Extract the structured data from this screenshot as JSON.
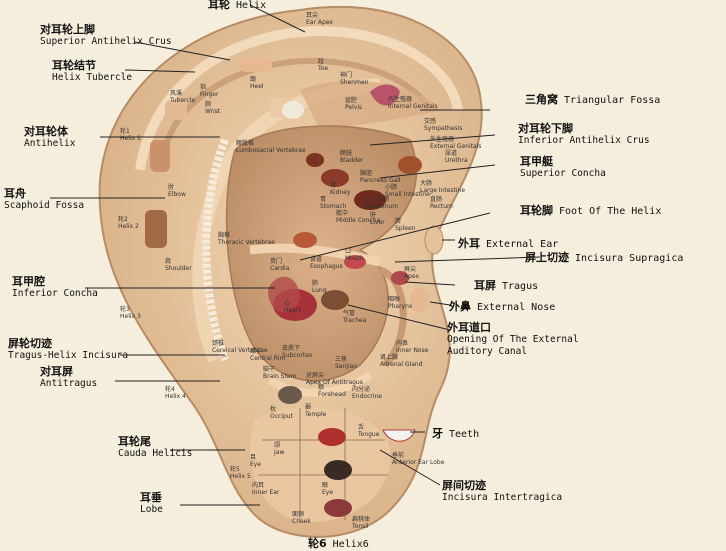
{
  "labels": {
    "helix_top": {
      "zh": "耳轮",
      "en": "Helix"
    },
    "superior_antihelix_crus": {
      "zh": "对耳轮上脚",
      "en": "Superior Antihelix Crus"
    },
    "helix_tubercle": {
      "zh": "耳轮结节",
      "en": "Helix Tubercle"
    },
    "antihelix": {
      "zh": "对耳轮体",
      "en": "Antihelix"
    },
    "scaphoid_fossa": {
      "zh": "耳舟",
      "en": "Scaphoid Fossa"
    },
    "inferior_concha": {
      "zh": "耳甲腔",
      "en": "Inferior Concha"
    },
    "tragus_helix_incisura": {
      "zh": "屏轮切迹",
      "en": "Tragus-Helix Incisura"
    },
    "antitragus": {
      "zh": "对耳屏",
      "en": "Antitragus"
    },
    "cauda_helicis": {
      "zh": "耳轮尾",
      "en": "Cauda Helicis"
    },
    "lobe": {
      "zh": "耳垂",
      "en": "Lobe"
    },
    "triangular_fossa": {
      "zh": "三角窝",
      "en": "Triangular Fossa"
    },
    "inferior_antihelix_crus": {
      "zh": "对耳轮下脚",
      "en": "Inferior Antihelix Crus"
    },
    "superior_concha": {
      "zh": "耳甲艇",
      "en": "Superior Concha"
    },
    "foot_of_helix": {
      "zh": "耳轮脚",
      "en": "Foot Of The Helix"
    },
    "external_ear": {
      "zh": "外耳",
      "en": "External Ear"
    },
    "incisura_supragica": {
      "zh": "屏上切迹",
      "en": "Incisura Supragica"
    },
    "tragus": {
      "zh": "耳屏",
      "en": "Tragus"
    },
    "external_nose": {
      "zh": "外鼻",
      "en": "External Nose"
    },
    "opening_auditory_canal": {
      "zh": "外耳道口",
      "en": "Opening Of The External",
      "en2": "Auditory Canal"
    },
    "teeth": {
      "zh": "牙",
      "en": "Teeth"
    },
    "incisura_intertragica": {
      "zh": "屏间切迹",
      "en": "Incisura Intertragica"
    },
    "helix6": {
      "zh": "轮6",
      "en": "Helix6"
    }
  },
  "small_labels": [
    {
      "zh": "耳尖",
      "en": "Ear Apex"
    },
    {
      "zh": "指",
      "en": "Finger"
    },
    {
      "zh": "趾",
      "en": "Toe"
    },
    {
      "zh": "跟",
      "en": "Heel"
    },
    {
      "zh": "腕",
      "en": "Wrist"
    },
    {
      "zh": "风溪",
      "en": "Tubercle"
    },
    {
      "zh": "肘",
      "en": "Elbow"
    },
    {
      "zh": "肩",
      "en": "Shoulder"
    },
    {
      "zh": "轮1",
      "en": "Helix 1"
    },
    {
      "zh": "轮2",
      "en": "Helix 2"
    },
    {
      "zh": "轮3",
      "en": "Helix 3"
    },
    {
      "zh": "轮4",
      "en": "Helix 4"
    },
    {
      "zh": "轮5",
      "en": "Helix 5"
    },
    {
      "zh": "颈椎",
      "en": "Cervical Vertebrae"
    },
    {
      "zh": "腰骶椎",
      "en": "Lumbosacral Vertebrae"
    },
    {
      "zh": "胸椎",
      "en": "Thoracic Vertebrae"
    },
    {
      "zh": "神门",
      "en": "Shenmen"
    },
    {
      "zh": "盆腔",
      "en": "Pelvis"
    },
    {
      "zh": "内生殖器",
      "en": "Internal Genitals"
    },
    {
      "zh": "交感",
      "en": "Sympathesis"
    },
    {
      "zh": "肝",
      "en": "Liver"
    },
    {
      "zh": "脾",
      "en": "Spleen"
    },
    {
      "zh": "胃",
      "en": "Stomach"
    },
    {
      "zh": "肾",
      "en": "Kidney"
    },
    {
      "zh": "胰胆",
      "en": "Pancreas Gall"
    },
    {
      "zh": "膀胱",
      "en": "Bladder"
    },
    {
      "zh": "大肠",
      "en": "Large Intestine"
    },
    {
      "zh": "小肠",
      "en": "Small Intestine"
    },
    {
      "zh": "十二指肠",
      "en": "Duodenum"
    },
    {
      "zh": "直肠",
      "en": "Rectum"
    },
    {
      "zh": "外生殖器",
      "en": "External Genitals"
    },
    {
      "zh": "尿道",
      "en": "Urethra"
    },
    {
      "zh": "艇中",
      "en": "Middle Concha"
    },
    {
      "zh": "食道",
      "en": "Esophagus"
    },
    {
      "zh": "贲门",
      "en": "Cardia"
    },
    {
      "zh": "口",
      "en": "Mouth"
    },
    {
      "zh": "肺",
      "en": "Lung"
    },
    {
      "zh": "心",
      "en": "Heart"
    },
    {
      "zh": "气管",
      "en": "Trachea"
    },
    {
      "zh": "三焦",
      "en": "Sanjiao"
    },
    {
      "zh": "内分泌",
      "en": "Endocrine"
    },
    {
      "zh": "皮质下",
      "en": "Subcortex"
    },
    {
      "zh": "缘中",
      "en": "Central Rim"
    },
    {
      "zh": "脑干",
      "en": "Brain Stem"
    },
    {
      "zh": "枕",
      "en": "Occiput"
    },
    {
      "zh": "颞",
      "en": "Temple"
    },
    {
      "zh": "额",
      "en": "Forehead"
    },
    {
      "zh": "对屏尖",
      "en": "Apex Of Antitragus"
    },
    {
      "zh": "咽喉",
      "en": "Pharynx"
    },
    {
      "zh": "内鼻",
      "en": "Inner Nose"
    },
    {
      "zh": "肾上腺",
      "en": "Adrenal Gland"
    },
    {
      "zh": "屏尖",
      "en": "Apex"
    },
    {
      "zh": "舌",
      "en": "Tongue"
    },
    {
      "zh": "颌",
      "en": "Jaw"
    },
    {
      "zh": "垂前",
      "en": "Anterior Ear Lobe"
    },
    {
      "zh": "眼",
      "en": "Eye"
    },
    {
      "zh": "内耳",
      "en": "Inner Ear"
    },
    {
      "zh": "面颊",
      "en": "Cheek"
    },
    {
      "zh": "扁桃体",
      "en": "Tonsil"
    },
    {
      "zh": "目",
      "en": "Eye"
    }
  ],
  "colors": {
    "skin": "#e9c9a4",
    "skin_shadow": "#caa07a",
    "rim": "#f3d9b8",
    "line": "#222222",
    "background": "#f6eedd"
  }
}
